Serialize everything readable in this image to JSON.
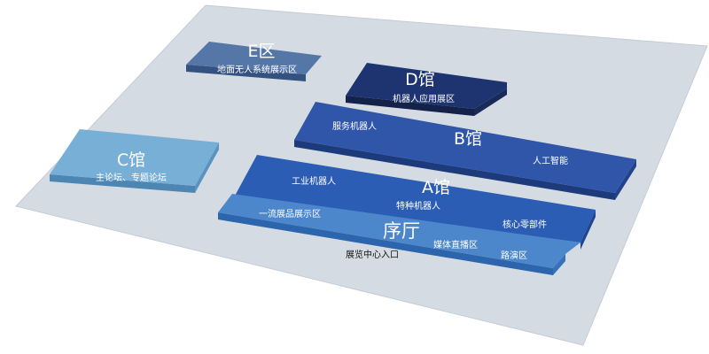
{
  "halls": {
    "e": {
      "name": "E区",
      "zone": "地面无人系统展示区"
    },
    "d": {
      "name": "D馆",
      "zone": "机器人应用展区"
    },
    "b": {
      "name": "B馆",
      "zones": [
        "服务机器人",
        "人工智能"
      ]
    },
    "c": {
      "name": "C馆",
      "zone": "主论坛、专题论坛"
    },
    "a": {
      "name": "A馆",
      "zones": [
        "工业机器人",
        "特种机器人",
        "核心零部件"
      ]
    }
  },
  "lobby": {
    "name": "序厅",
    "zones": [
      "一流展品展示区",
      "媒体直播区",
      "路演区"
    ]
  },
  "entrance": "展览中心入口",
  "colors": {
    "floor": "#d5dbe2",
    "e_top": "#5577a8",
    "d_top": "#1e3470",
    "b_top": "#2f56a8",
    "c_top": "#78afd6",
    "a_top": "#2b5db5",
    "lobby_top": "#4c87cc"
  }
}
